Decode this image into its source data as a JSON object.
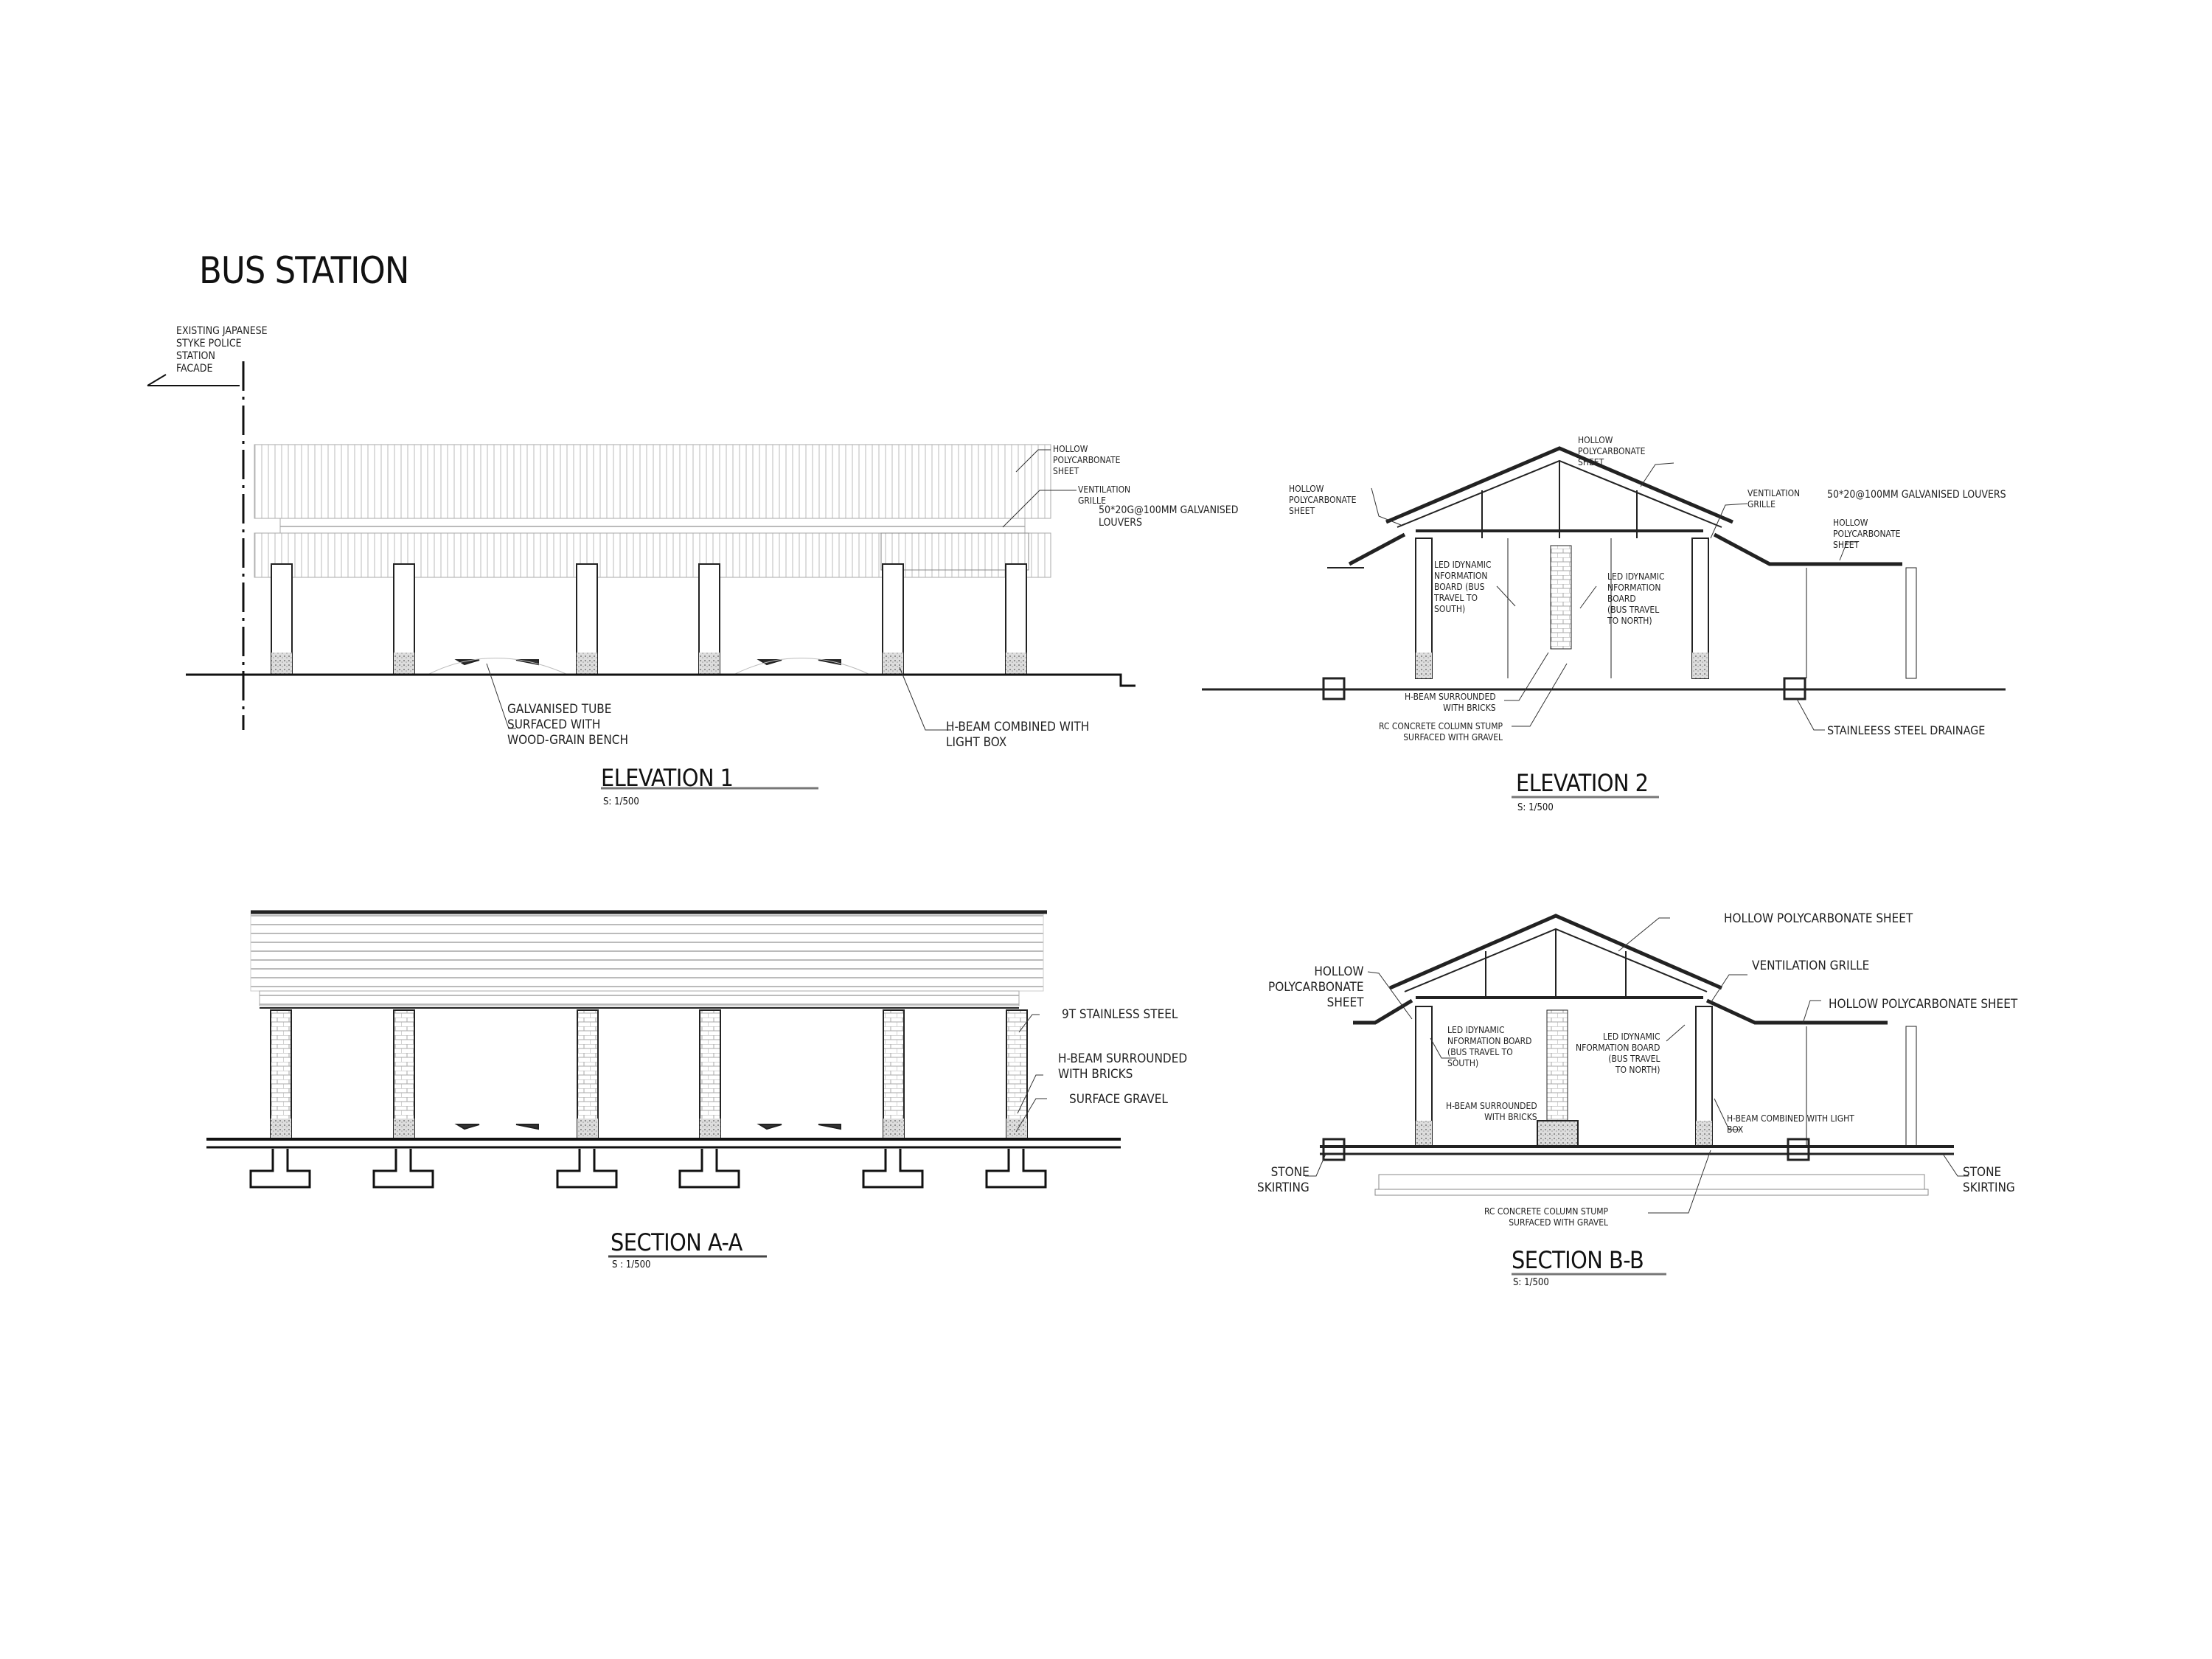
{
  "sheet": {
    "title": "BUS STATION"
  },
  "elevation1": {
    "title": "ELEVATION  1",
    "scale": "S: 1/500",
    "notes": {
      "existing_facade": "EXISTING JAPANESE\nSTYKE POLICE\nSTATION\nFACADE",
      "polycarbonate": "HOLLOW\nPOLYCARBONATE\nSHEET",
      "ventilation": "VENTILATION\nGRILLE",
      "louvers": "50*20G@100MM GALVANISED\nLOUVERS",
      "bench": "GALVANISED TUBE\nSURFACED WITH\nWOOD-GRAIN BENCH",
      "hbeam_lightbox": "H-BEAM COMBINED WITH\nLIGHT BOX"
    }
  },
  "elevation2": {
    "title": "ELEVATION  2",
    "scale": "S: 1/500",
    "notes": {
      "polycarbonate_left": "HOLLOW\nPOLYCARBONATE\nSHEET",
      "polycarbonate_top": "HOLLOW\nPOLYCARBONATE\nSHEET",
      "ventilation": "VENTILATION\nGRILLE",
      "louvers": "50*20@100MM GALVANISED LOUVERS",
      "polycarbonate_right": "HOLLOW\nPOLYCARBONATE\nSHEET",
      "led_south": "LED IDYNAMIC\nNFORMATION\nBOARD (BUS\nTRAVEL TO\nSOUTH)",
      "led_north": "LED IDYNAMIC\nNFORMATION\nBOARD\n(BUS TRAVEL\nTO NORTH)",
      "hbeam_bricks": "H-BEAM SURROUNDED\nWITH BRICKS",
      "rc_stump": "RC CONCRETE COLUMN STUMP\nSURFACED WITH GRAVEL",
      "drainage": "STAINLEESS STEEL DRAINAGE"
    }
  },
  "sectionAA": {
    "title": "SECTION A-A",
    "scale": "S : 1/500",
    "notes": {
      "stainless": "9T STAINLESS STEEL",
      "hbeam_bricks": "H-BEAM SURROUNDED\nWITH BRICKS",
      "gravel": "SURFACE GRAVEL"
    }
  },
  "sectionBB": {
    "title": "SECTION B-B",
    "scale": "S: 1/500",
    "notes": {
      "polycarbonate_top": "HOLLOW POLYCARBONATE SHEET",
      "ventilation": "VENTILATION GRILLE",
      "polycarbonate_right": "HOLLOW POLYCARBONATE SHEET",
      "polycarbonate_left": "HOLLOW\nPOLYCARBONATE\nSHEET",
      "led_south": "LED IDYNAMIC\nNFORMATION BOARD\n(BUS TRAVEL TO\nSOUTH)",
      "led_north": "LED IDYNAMIC\nNFORMATION BOARD\n(BUS TRAVEL\nTO NORTH)",
      "hbeam_bricks": "H-BEAM SURROUNDED\nWITH BRICKS",
      "hbeam_lightbox": "H-BEAM COMBINED WITH LIGHT\nBOX",
      "stone_left": "STONE\nSKIRTING",
      "stone_right": "STONE\nSKIRTING",
      "rc_stump": "RC CONCRETE COLUMN STUMP\nSURFACED WITH GRAVEL"
    }
  }
}
